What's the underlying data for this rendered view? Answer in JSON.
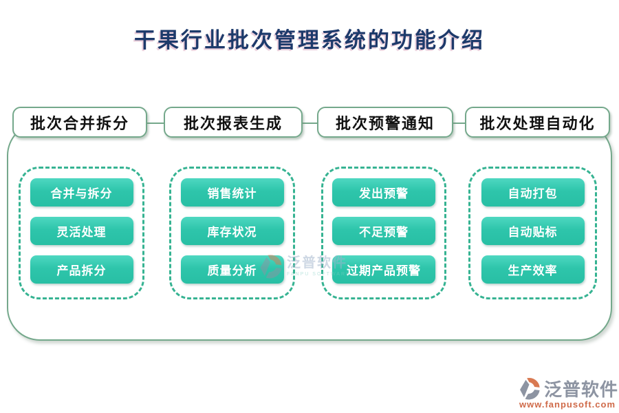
{
  "page": {
    "title": "干果行业批次管理系统的功能介绍"
  },
  "colors": {
    "title_text": "#1d3a6b",
    "container_border": "#74a88b",
    "dashed_border": "#36b392",
    "button_teal": "#2ec5ab",
    "button_teal_light": "#4ed8c1",
    "logo_gray": "#8d94a2",
    "logo_orange": "#cf6a49"
  },
  "columns": [
    {
      "header": "批次合并拆分",
      "items": [
        "合并与拆分",
        "灵活处理",
        "产品拆分"
      ]
    },
    {
      "header": "批次报表生成",
      "items": [
        "销售统计",
        "库存状况",
        "质量分析"
      ]
    },
    {
      "header": "批次预警通知",
      "items": [
        "发出预警",
        "不足预警",
        "过期产品预警"
      ]
    },
    {
      "header": "批次处理自动化",
      "items": [
        "自动打包",
        "自动贴标",
        "生产效率"
      ]
    }
  ],
  "watermark": {
    "name": "泛普软件",
    "subtitle": "FANPU SOFTWARE"
  },
  "footer_logo": {
    "name": "泛普软件",
    "url": "www.fanpusoft.com"
  }
}
